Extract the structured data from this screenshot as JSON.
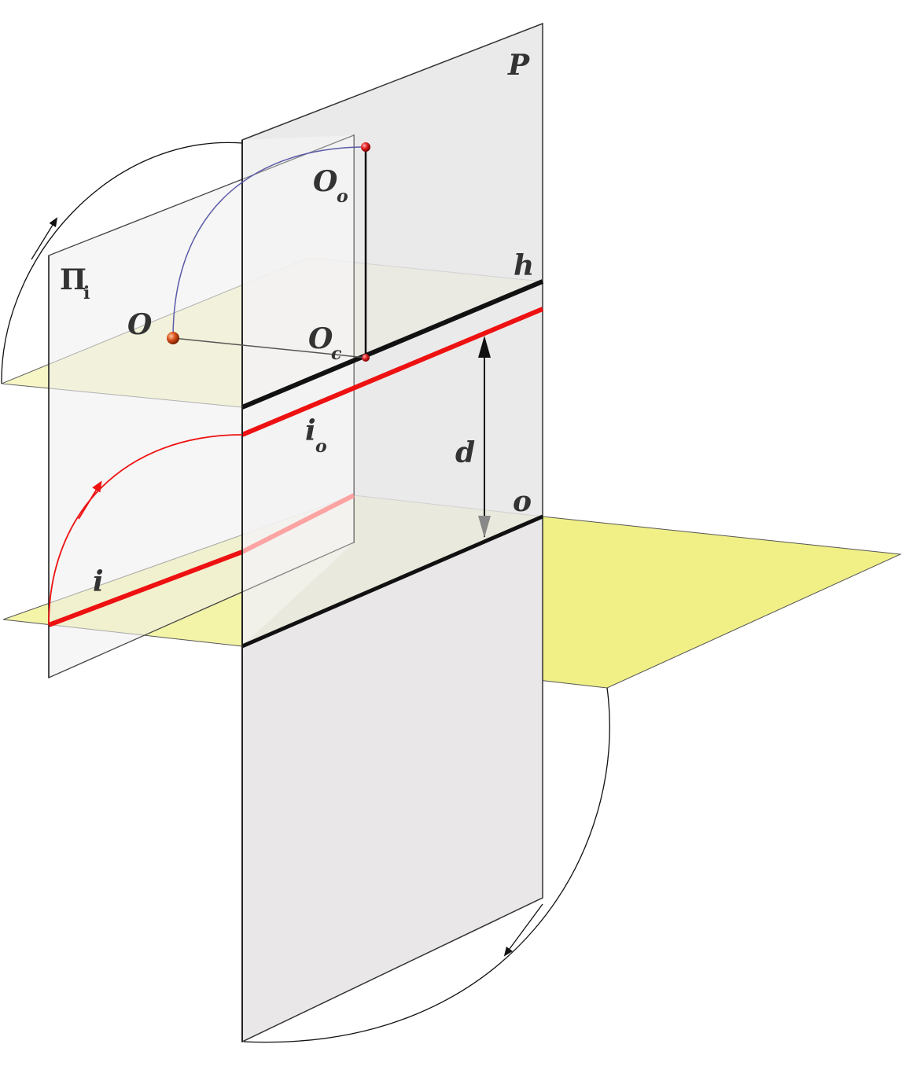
{
  "labels": {
    "P": "P",
    "Pi": "Π",
    "Pi_sub": "i",
    "O": "O",
    "Oo": "O",
    "Oo_sub": "o",
    "Oc": "O",
    "Oc_sub": "c",
    "h": "h",
    "io": "i",
    "io_sub": "o",
    "d": "d",
    "o": "o",
    "i": "i"
  },
  "colors": {
    "background": "#ffffff",
    "vertical_plane_fill": "#e8e6e6",
    "horizontal_plane_fill": "#eeee7a",
    "edge": "#222222",
    "red_line": "#ee1111",
    "arc_blue": "#5a5aa8",
    "label": "#333333"
  }
}
